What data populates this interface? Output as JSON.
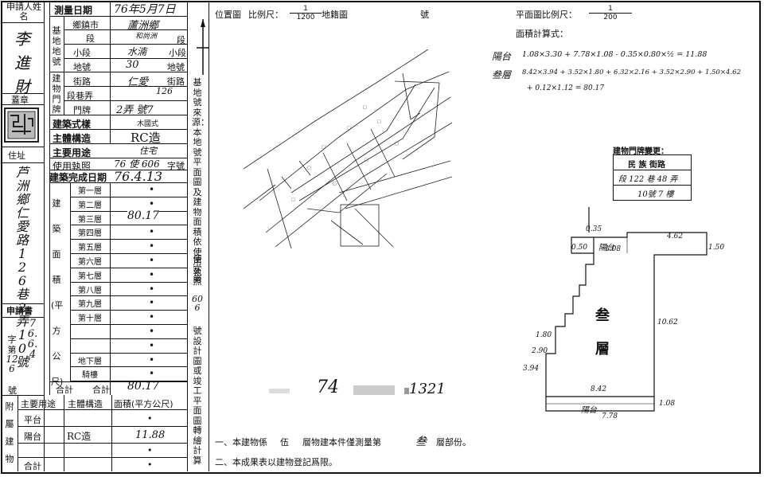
{
  "form": {
    "applicant_label": "申請人姓名",
    "applicant_name": "李進財",
    "seal_label": "蓋章",
    "address_label": "住址",
    "address_value": "芦洲鄉仁愛路126巷2弄10號",
    "application_label": "申請書",
    "app_date_value": "76.6.4",
    "char_label": "字第",
    "char_value": "126",
    "number_label": "號",
    "survey_date_label": "測量日期",
    "survey_date_value": "76年5月7日",
    "base_lot_label": "基地地號",
    "township_label": "鄉鎮市",
    "township_value": "蘆洲鄉",
    "section_label": "段",
    "section_value": "和尚洲",
    "subsection_label": "小段",
    "subsection_value": "水湳",
    "lot_label": "地號",
    "lot_value": "30",
    "building_label": "建物門牌",
    "street_label": "街路",
    "street_value": "仁愛",
    "lane_label": "段巷弄",
    "lane_value": "126",
    "door_label": "門牌",
    "door_value": "2弄 號7",
    "style_label": "建築式樣",
    "style_value": "木國式",
    "structure_label": "主體構造",
    "structure_value": "RC造",
    "use_label": "主要用途",
    "use_value": "住宅",
    "license_label": "使用執照",
    "license_value": "76 使 606",
    "license_suffix": "字號",
    "completion_label": "建築完成日期",
    "completion_value": "76.4.13",
    "area_side_label": "建築面積(平方公尺)",
    "floors": [
      "第一層",
      "第二層",
      "第三層",
      "第四層",
      "第五層",
      "第六層",
      "第七層",
      "第八層",
      "第九層",
      "第十層",
      "",
      "",
      "地下層",
      "騎樓"
    ],
    "floor3_value": "80.17",
    "total_label": "合計",
    "total_value": "80.17",
    "dot_char": "•",
    "annex_side_label": "附屬建物",
    "annex_use_label": "主要用途",
    "annex_struct_label": "主體構造",
    "annex_area_label": "面積(平方公尺)",
    "annex_rows": [
      {
        "use": "平台",
        "struct": "",
        "area": ""
      },
      {
        "use": "陽台",
        "struct": "RC造",
        "area": "11.88"
      }
    ],
    "annex_total_label": "合計"
  },
  "middle": {
    "vertical_note": "基地號來源：本地號平面圖及建物面積依使用執照",
    "vertical_note2": "使字第",
    "license_hand": "606",
    "vertical_note3": "號設計圖或竣工平面圖轉繪計算"
  },
  "header": {
    "location_label": "位置圖",
    "scale_label": "比例尺：",
    "scale_num": "1",
    "scale_den": "1200",
    "map_label": "地籍圖",
    "map_no_label": "號",
    "plan_scale_label": "平面圖比例尺：",
    "plan_scale_num": "1",
    "plan_scale_den": "200",
    "area_formula_label": "面積計算式："
  },
  "formulas": {
    "balcony_label": "陽台",
    "balcony_expr": "1.08×3.30 + 7.78×1.08 - 0.35×0.80×½ = 11.88",
    "floor_label": "叁層",
    "floor_expr_line1": "8.42×3.94 + 3.52×1.80 + 6.32×2.16 + 3.52×2.90 + 1.50×4.62",
    "floor_expr_line2": "+ 0.12×1.12 = 80.17"
  },
  "door_change": {
    "title": "建物門牌變更：",
    "row1": "民 族 街路",
    "row2": "段 122 巷 48 弄",
    "row3": "10號 7 樓"
  },
  "plan": {
    "floor_text_1": "叁",
    "floor_text_2": "層",
    "balcony_top": "陽台",
    "balcony_bottom": "陽台",
    "dims": {
      "d_top_small": "0.35",
      "d_050": "0.50",
      "d_108a": "1.08",
      "d_462": "4.62",
      "d_150": "1.50",
      "d_1062": "10.62",
      "d_842": "8.42",
      "d_108b": "1.08",
      "d_778": "7.78",
      "d_394": "3.94",
      "d_180": "1.80",
      "d_290": "2.90"
    }
  },
  "stamp": {
    "left_num": "74",
    "right_num": "1321"
  },
  "notes": {
    "note1_prefix": "一、本建物係",
    "note1_floors": "伍",
    "note1_mid": "層物建本件僅測量第",
    "note1_hand": "叁",
    "note1_suffix": "層部份。",
    "note2": "二、本成果表以建物登記爲限。"
  }
}
